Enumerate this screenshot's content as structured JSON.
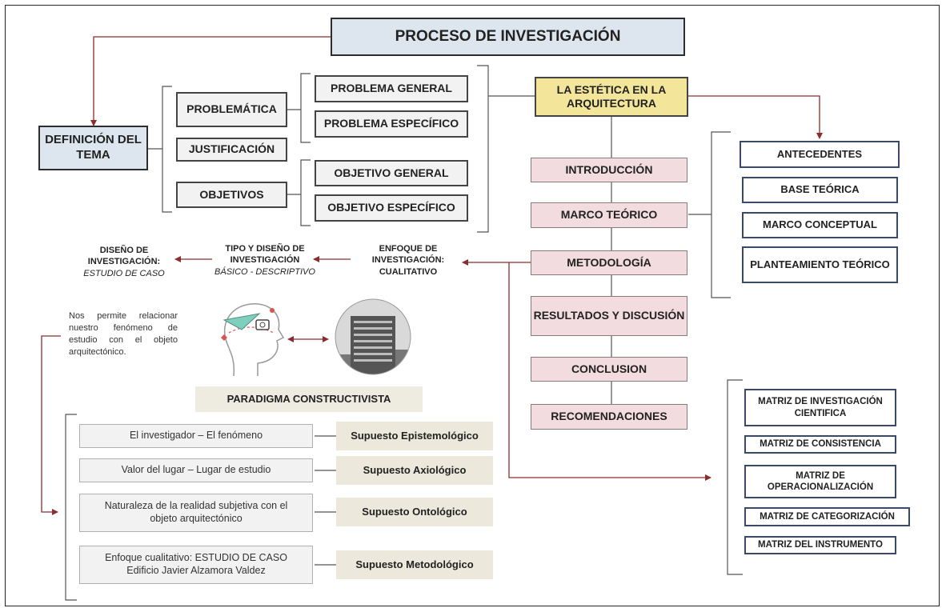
{
  "title": "PROCESO DE INVESTIGACIÓN",
  "definicion": "DEFINICIÓN DEL TEMA",
  "left_branch": {
    "problematica": "PROBLEMÁTICA",
    "justificacion": "JUSTIFICACIÓN",
    "objetivos": "OBJETIVOS",
    "problema_general": "PROBLEMA GENERAL",
    "problema_especifico": "PROBLEMA ESPECÍFICO",
    "objetivo_general": "OBJETIVO GENERAL",
    "objetivo_especifico": "OBJETIVO ESPECÍFICO"
  },
  "center": {
    "tema": "LA ESTÉTICA EN LA ARQUITECTURA",
    "steps": [
      "INTRODUCCIÓN",
      "MARCO TEÓRICO",
      "METODOLOGÍA",
      "RESULTADOS Y DISCUSIÓN",
      "CONCLUSION",
      "RECOMENDACIONES"
    ]
  },
  "marco_items": [
    "ANTECEDENTES",
    "BASE TEÓRICA",
    "MARCO CONCEPTUAL",
    "PLANTEAMIENTO TEÓRICO"
  ],
  "matrices": [
    "MATRIZ DE INVESTIGACIÓN CIENTIFICA",
    "MATRIZ DE CONSISTENCIA",
    "MATRIZ DE OPERACIONALIZACIÓN",
    "MATRIZ DE CATEGORIZACIÓN",
    "MATRIZ DEL INSTRUMENTO"
  ],
  "method": {
    "enfoque_title": "ENFOQUE DE INVESTIGACIÓN: CUALITATIVO",
    "tipo_title": "TIPO Y DISEÑO DE INVESTIGACIÓN",
    "tipo_sub": "BÁSICO - DESCRIPTIVO",
    "diseno_title": "DISEÑO DE INVESTIGACIÓN:",
    "diseno_sub": "ESTUDIO DE CASO"
  },
  "relation_text": "Nos permite relacionar nuestro fenómeno de estudio con el objeto arquitectónico.",
  "paradigma": "PARADIGMA CONSTRUCTIVISTA",
  "supuestos": [
    {
      "left": "El investigador – El fenómeno",
      "right": "Supuesto Epistemológico"
    },
    {
      "left": "Valor del lugar – Lugar de estudio",
      "right": "Supuesto Axiológico"
    },
    {
      "left": "Naturaleza de la realidad subjetiva con el objeto arquitectónico",
      "right": "Supuesto Ontológico"
    },
    {
      "left": "Enfoque cualitativo: ESTUDIO DE CASO Edificio Javier Alzamora Valdez",
      "right": "Supuesto Metodológico"
    }
  ],
  "colors": {
    "line": "#555555",
    "arrow": "#8b2d2d",
    "blue": "#dde6ef",
    "pink": "#f2dcdf",
    "yellow": "#f3e69a"
  }
}
